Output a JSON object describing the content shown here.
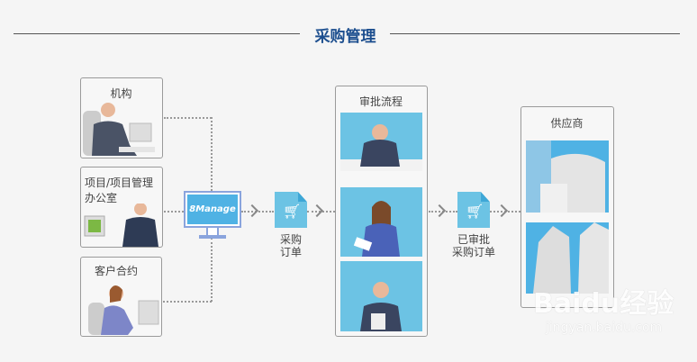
{
  "title": "采购管理",
  "colors": {
    "title": "#1d4f8f",
    "accent": "#4fb2e4",
    "doc": "#6cc3e4"
  },
  "sources": [
    {
      "label": "机构"
    },
    {
      "label_line1": "项目/项目管理",
      "label_line2": "办公室"
    },
    {
      "label": "客户合约"
    }
  ],
  "system": {
    "logo": "8Manage",
    "icon": "monitor-icon"
  },
  "purchase_order": {
    "line1": "采购",
    "line2": "订单",
    "icon": "shopping-cart-icon"
  },
  "approval": {
    "title": "审批流程"
  },
  "approved_order": {
    "line1": "已审批",
    "line2": "采购订单",
    "icon": "shopping-cart-icon"
  },
  "supplier": {
    "title": "供应商"
  },
  "watermark": {
    "text": "Baidu经验",
    "url": "jingyan.baidu.com"
  }
}
